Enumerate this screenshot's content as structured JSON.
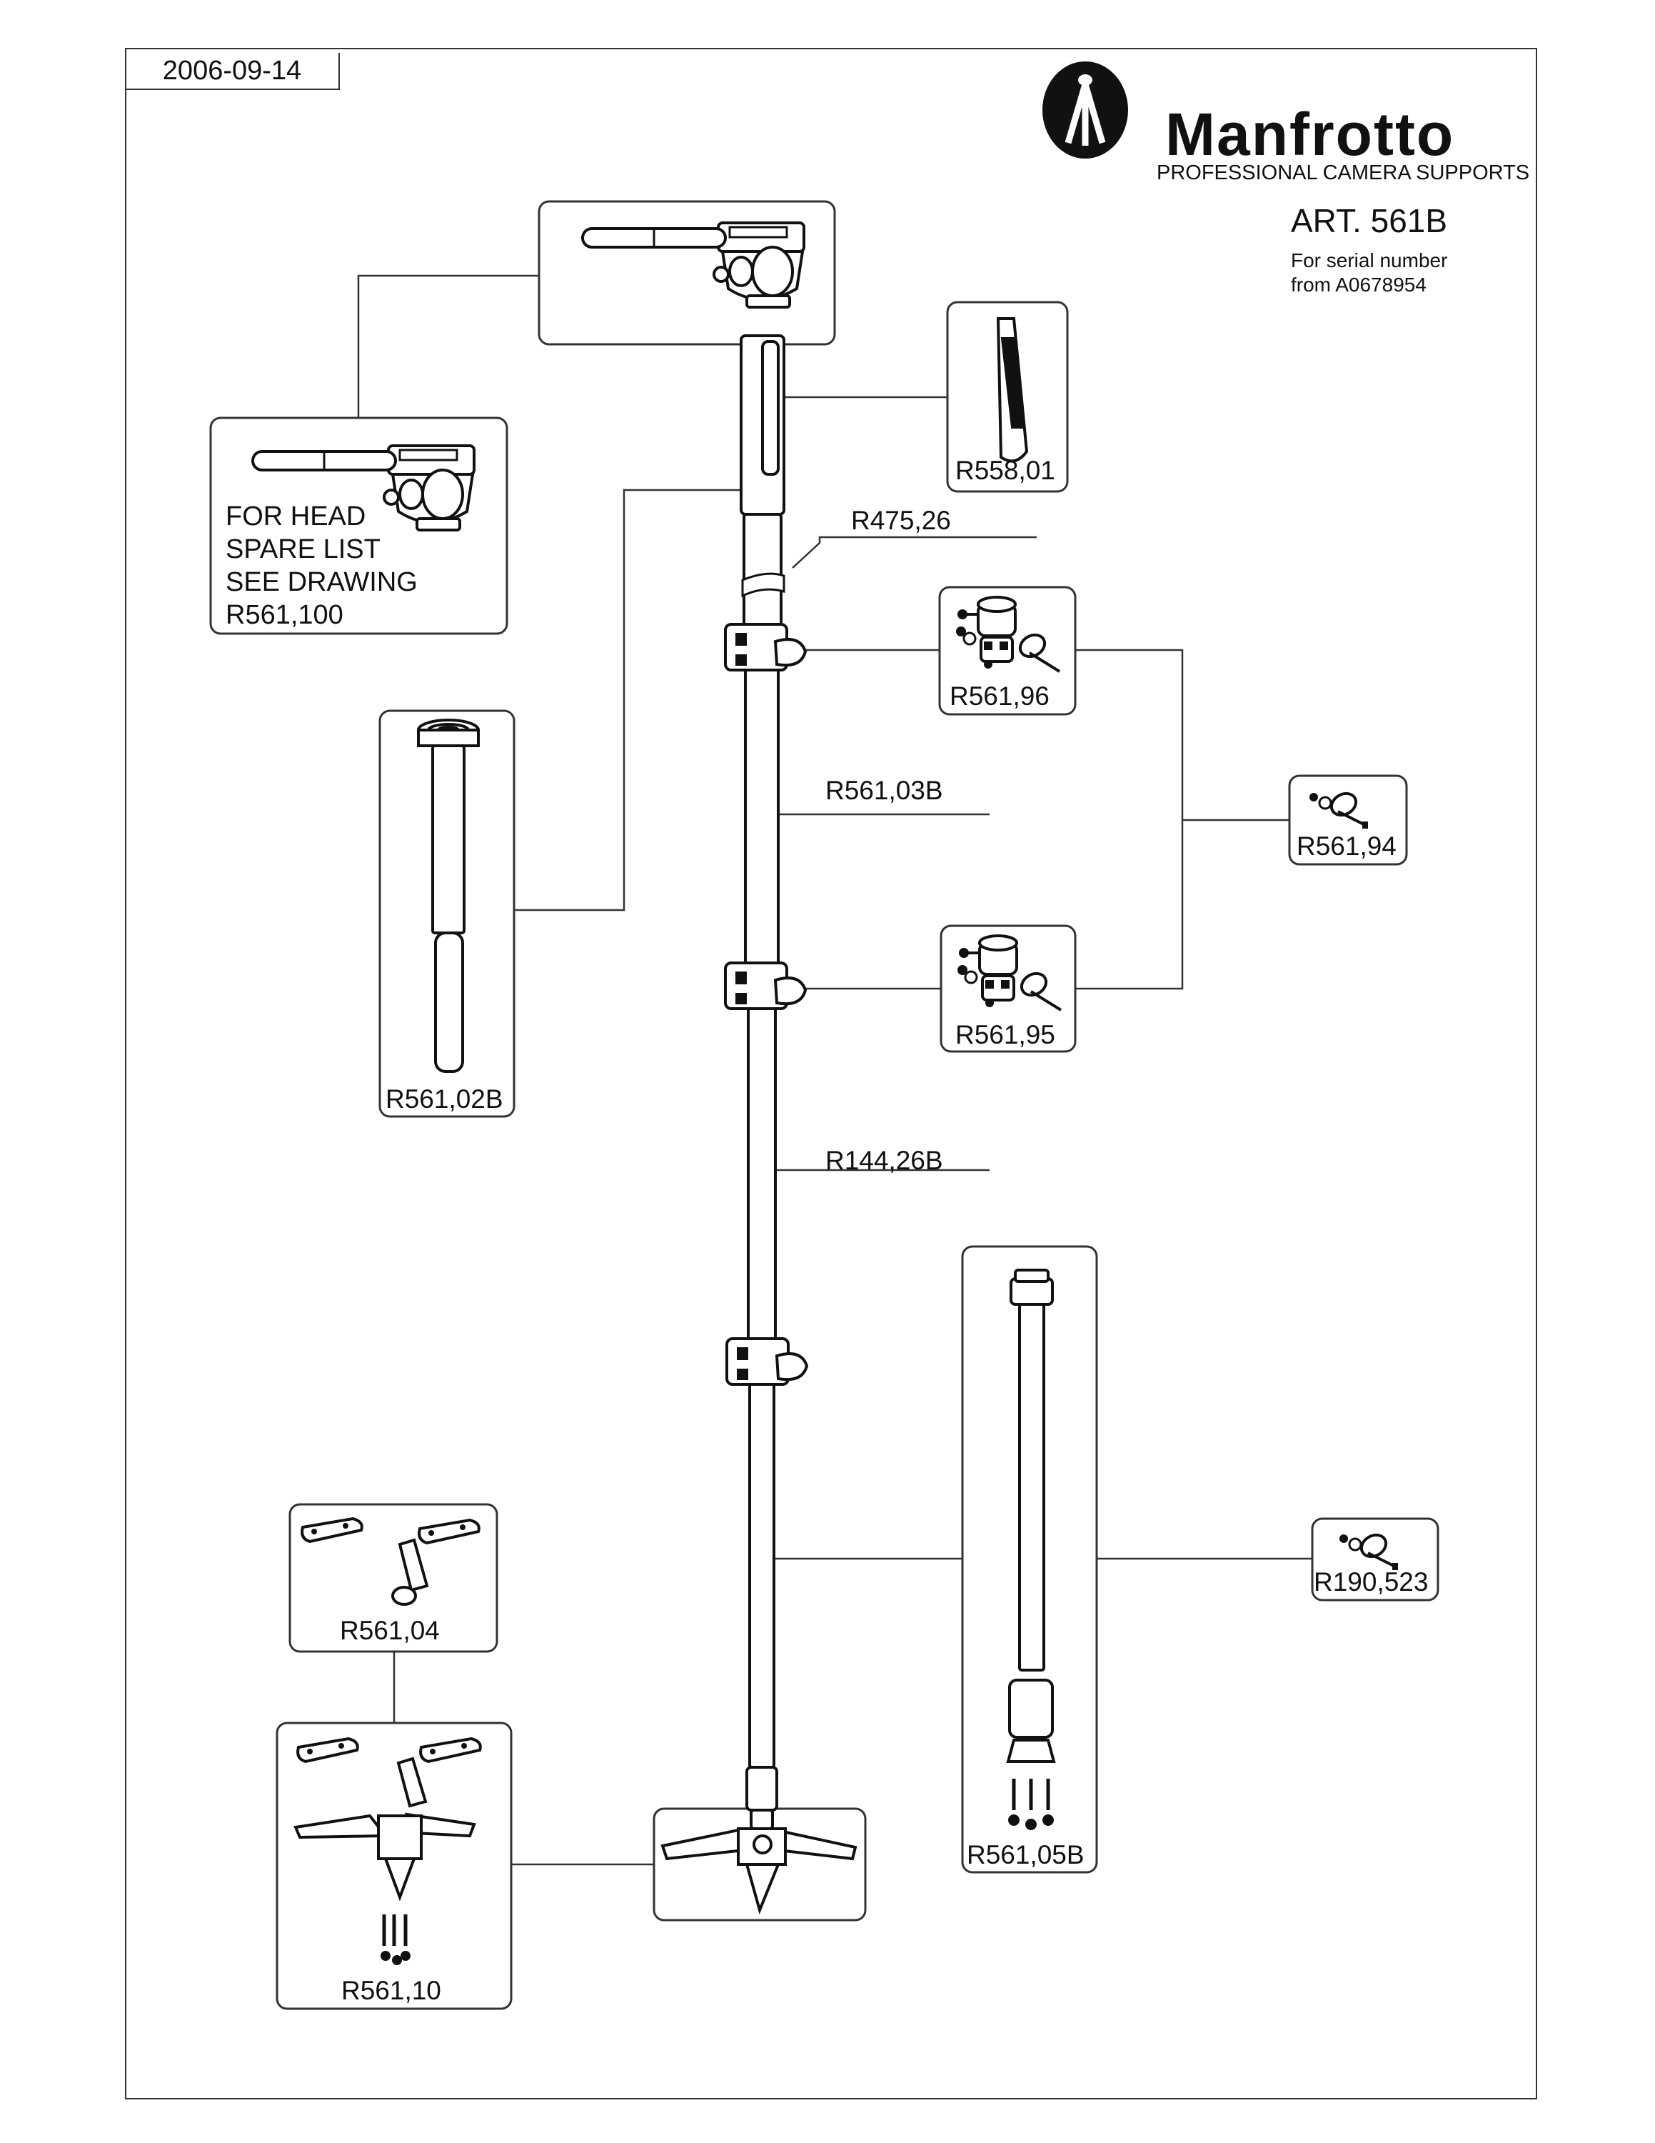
{
  "header": {
    "date": "2006-09-14",
    "brand": "Manfrotto",
    "tagline": "PROFESSIONAL CAMERA SUPPORTS",
    "article": "ART. 561B",
    "serial_line1": "For serial number",
    "serial_line2": "from A0678954"
  },
  "head_note": {
    "line1": "FOR HEAD",
    "line2": "SPARE LIST",
    "line3": "SEE DRAWING",
    "line4": "R561,100"
  },
  "parts": {
    "strap": "R558,01",
    "collar_top": "R475,26",
    "lock_upper": "R561,96",
    "upper_section": "R561,03B",
    "lever": "R561,94",
    "lock_lower": "R561,95",
    "column": "R561,02B",
    "lower_section": "R144,26B",
    "bottom_section": "R561,05B",
    "lever_small": "R190,523",
    "feet_kit": "R561,04",
    "base_kit": "R561,10"
  },
  "icons": {
    "logo": "tripod-logo-icon",
    "video_head": "fluid-video-head-icon",
    "foot": "tripod-feet-icon"
  },
  "colors": {
    "line": "#222222",
    "box": "#333333"
  }
}
